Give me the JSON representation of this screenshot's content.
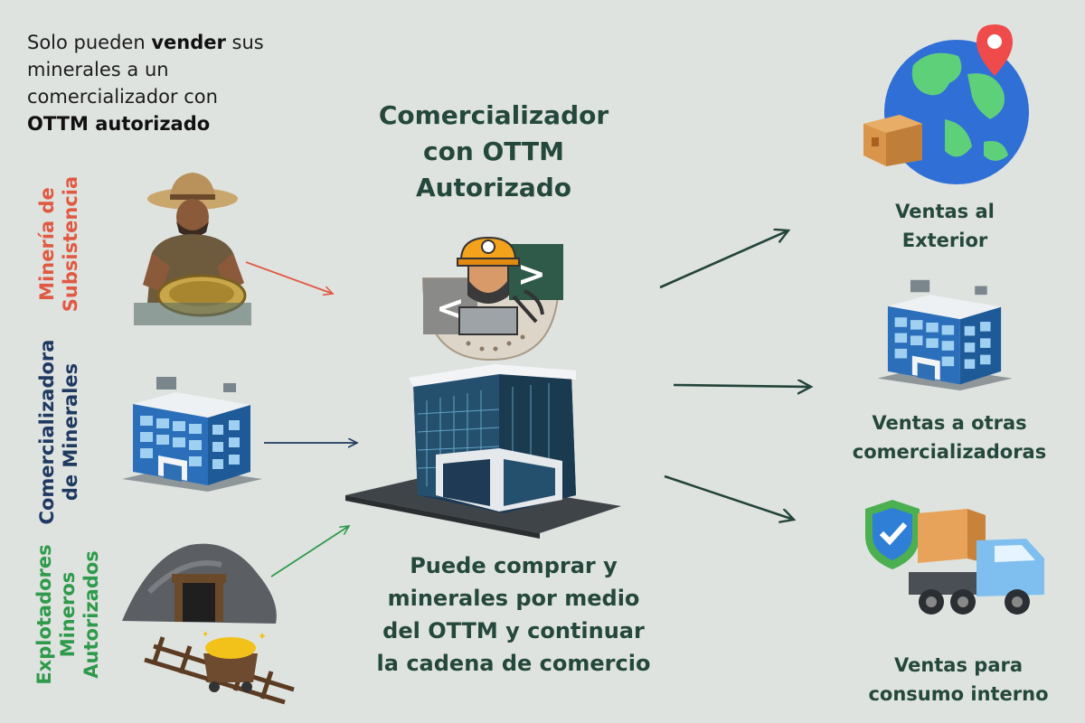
{
  "intro": {
    "line1_pre": "Solo pueden ",
    "line1_bold": "vender",
    "line1_post": " sus",
    "line2": "minerales a un",
    "line3": "comercializador con",
    "line4_bold": "OTTM autorizado"
  },
  "sources": [
    {
      "label_line1": "Minería de",
      "label_line2": "Subsistencia",
      "color": "#e05a43"
    },
    {
      "label_line1": "Comercializadora",
      "label_line2": "de Minerales",
      "color": "#1f3a60"
    },
    {
      "label_line1": "Explotadores",
      "label_line2": "Mineros",
      "label_line3": "Autorizados",
      "color": "#2e9a4a"
    }
  ],
  "center": {
    "title_line1": "Comercializador",
    "title_line2": "con OTTM",
    "title_line3": "Autorizado",
    "desc_line1": "Puede comprar y",
    "desc_line2": "minerales por medio",
    "desc_line3": "del OTTM y continuar",
    "desc_line4": "la cadena de comercio"
  },
  "outputs": [
    {
      "label_line1": "Ventas al",
      "label_line2": "Exterior"
    },
    {
      "label_line1": "Ventas a otras",
      "label_line2": "comercializadoras"
    },
    {
      "label_line1": "Ventas para",
      "label_line2": "consumo interno"
    }
  ],
  "colors": {
    "background": "#dfe3e0",
    "title_green": "#24483b",
    "arrow_dark": "#23443a",
    "arrow_red": "#e05a43",
    "arrow_navy": "#1f3a60",
    "arrow_green": "#2e9a4a"
  }
}
